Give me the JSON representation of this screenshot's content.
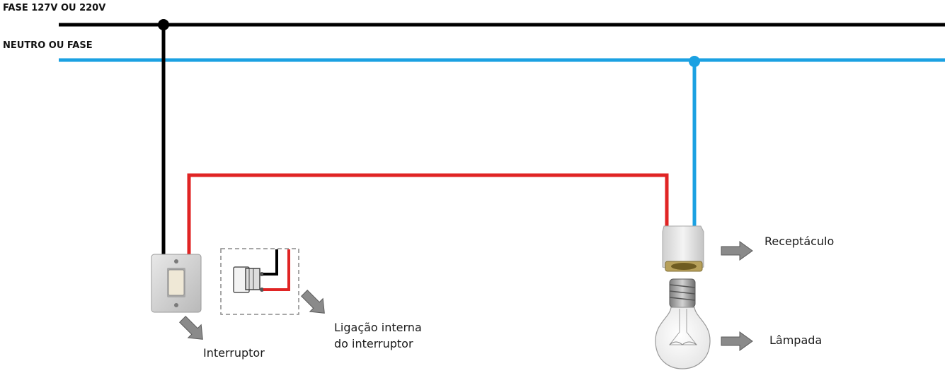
{
  "labels": {
    "phase_line": "FASE 127V OU 220V",
    "neutral_line": "NEUTRO OU FASE",
    "switch": "Interruptor",
    "internal_wiring_line1": "Ligação interna",
    "internal_wiring_line2": "do interruptor",
    "receptacle": "Receptáculo",
    "lamp": "Lâmpada"
  },
  "colors": {
    "phase_wire": "#000000",
    "neutral_wire": "#1ba1e2",
    "return_wire": "#e02424",
    "arrow_fill": "#8a8a8a"
  }
}
